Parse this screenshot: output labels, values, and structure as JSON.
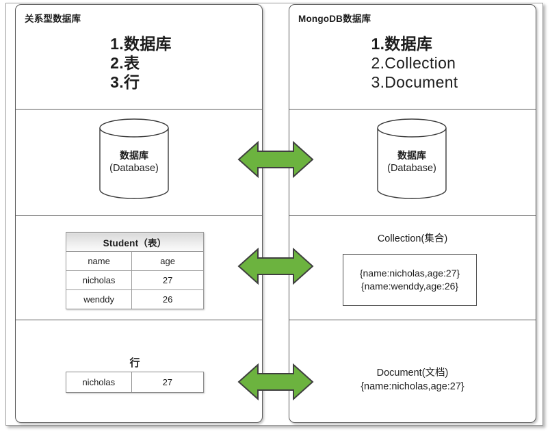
{
  "diagram": {
    "title_left": "关系型数据库",
    "title_right": "MongoDB数据库",
    "arrow_color": "#6cb33f",
    "arrow_outline_color": "#3f3f3f",
    "panel_border_color": "#5a5a5a"
  },
  "left_panel": {
    "title": "关系型数据库",
    "concepts": [
      "1.数据库",
      "2.表",
      "3.行"
    ],
    "database": {
      "label_cn": "数据库",
      "label_en": "(Database)"
    },
    "table": {
      "caption": "Student（表）",
      "columns": [
        "name",
        "age"
      ],
      "rows": [
        [
          "nicholas",
          "27"
        ],
        [
          "wenddy",
          "26"
        ]
      ]
    },
    "row": {
      "label": "行",
      "cells": [
        "nicholas",
        "27"
      ]
    }
  },
  "right_panel": {
    "title": "MongoDB数据库",
    "concepts": [
      "1.数据库",
      "2.Collection",
      "3.Document"
    ],
    "database": {
      "label_cn": "数据库",
      "label_en": "(Database)"
    },
    "collection": {
      "label": "Collection(集合)",
      "documents": [
        "{name:nicholas,age:27}",
        "{name:wenddy,age:26}"
      ]
    },
    "document": {
      "label": "Document(文档)",
      "value": "{name:nicholas,age:27}"
    }
  },
  "arrows": [
    {
      "name": "database-mapping-arrow"
    },
    {
      "name": "table-collection-mapping-arrow"
    },
    {
      "name": "row-document-mapping-arrow"
    }
  ]
}
